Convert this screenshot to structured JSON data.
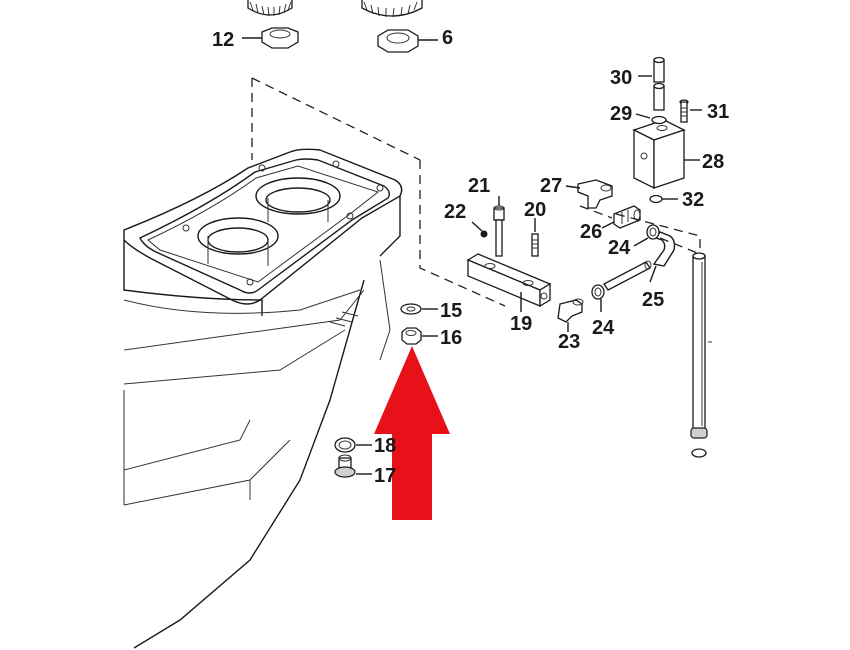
{
  "callouts": {
    "c12": "12",
    "c6": "6",
    "c30": "30",
    "c29": "29",
    "c31": "31",
    "c28": "28",
    "c27": "27",
    "c21": "21",
    "c22": "22",
    "c20": "20",
    "c26": "26",
    "c24a": "24",
    "c32": "32",
    "c25": "25",
    "c19": "19",
    "c15": "15",
    "c16": "16",
    "c23": "23",
    "c24b": "24",
    "c18": "18",
    "c17": "17"
  },
  "colors": {
    "arrow": "#e8111a",
    "line": "#1a1a1a"
  },
  "icons": {
    "pointer": "red-up-arrow-icon"
  }
}
